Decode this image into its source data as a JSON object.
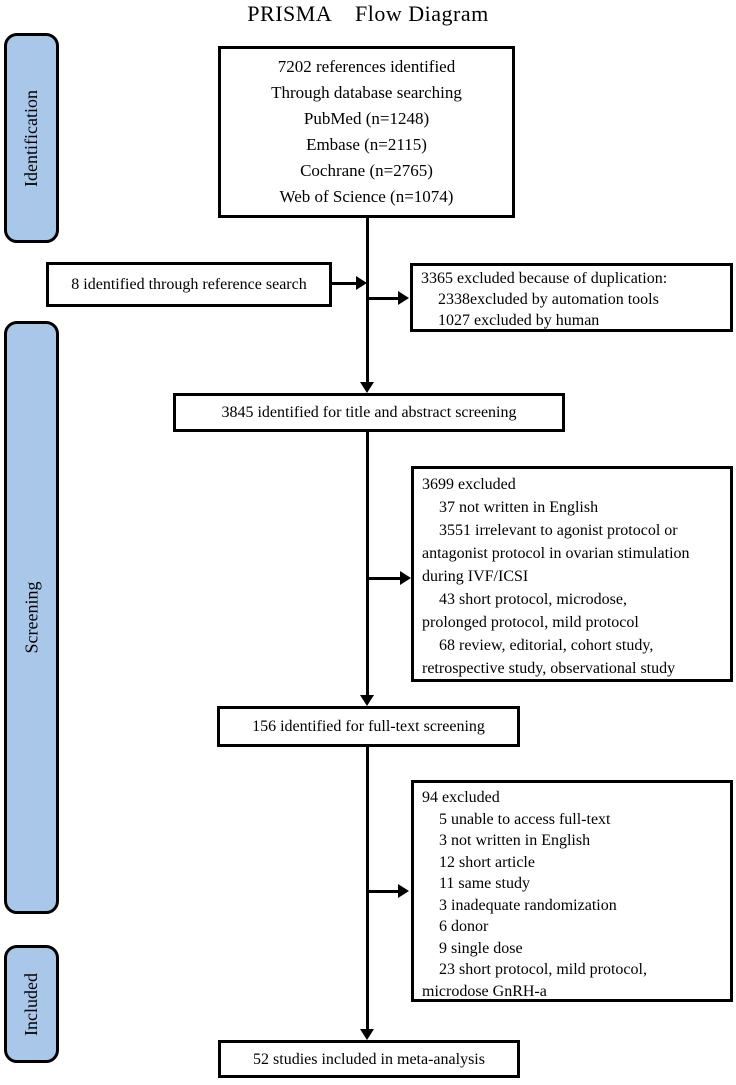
{
  "title": "PRISMA    Flow Diagram",
  "colors": {
    "stage_fill": "#a9c8e9",
    "line": "#000000",
    "box_bg": "#ffffff"
  },
  "stages": [
    {
      "label": "Identification"
    },
    {
      "label": "Screening"
    },
    {
      "label": "Included"
    }
  ],
  "boxes": {
    "identification": {
      "lines": [
        "7202 references identified",
        "Through database searching",
        "PubMed (n=1248)",
        "Embase (n=2115)",
        "Cochrane (n=2765)",
        "Web of Science (n=1074)"
      ]
    },
    "reference_search": {
      "text": "8 identified through reference search"
    },
    "duplication_excluded": {
      "lines": [
        "3365 excluded because of duplication:",
        "2338excluded by automation tools",
        "1027 excluded by human"
      ]
    },
    "title_abstract": {
      "text": "3845 identified for title and abstract screening"
    },
    "screening_excluded": {
      "lines": [
        "3699 excluded",
        "37 not written in English",
        "3551 irrelevant to agonist protocol or",
        "antagonist protocol in ovarian stimulation",
        "during IVF/ICSI",
        "43 short protocol, microdose,",
        "prolonged protocol, mild protocol",
        "68 review, editorial, cohort study,",
        "retrospective study, observational study"
      ]
    },
    "full_text": {
      "text": "156 identified for full-text screening"
    },
    "fulltext_excluded": {
      "lines": [
        "94 excluded",
        "5 unable to access full-text",
        "3 not written in English",
        "12 short article",
        "11 same study",
        "3 inadequate randomization",
        "6 donor",
        "9 single dose",
        "23 short protocol, mild protocol,",
        "microdose GnRH-a"
      ]
    },
    "included": {
      "text": "52 studies included in meta-analysis"
    }
  }
}
